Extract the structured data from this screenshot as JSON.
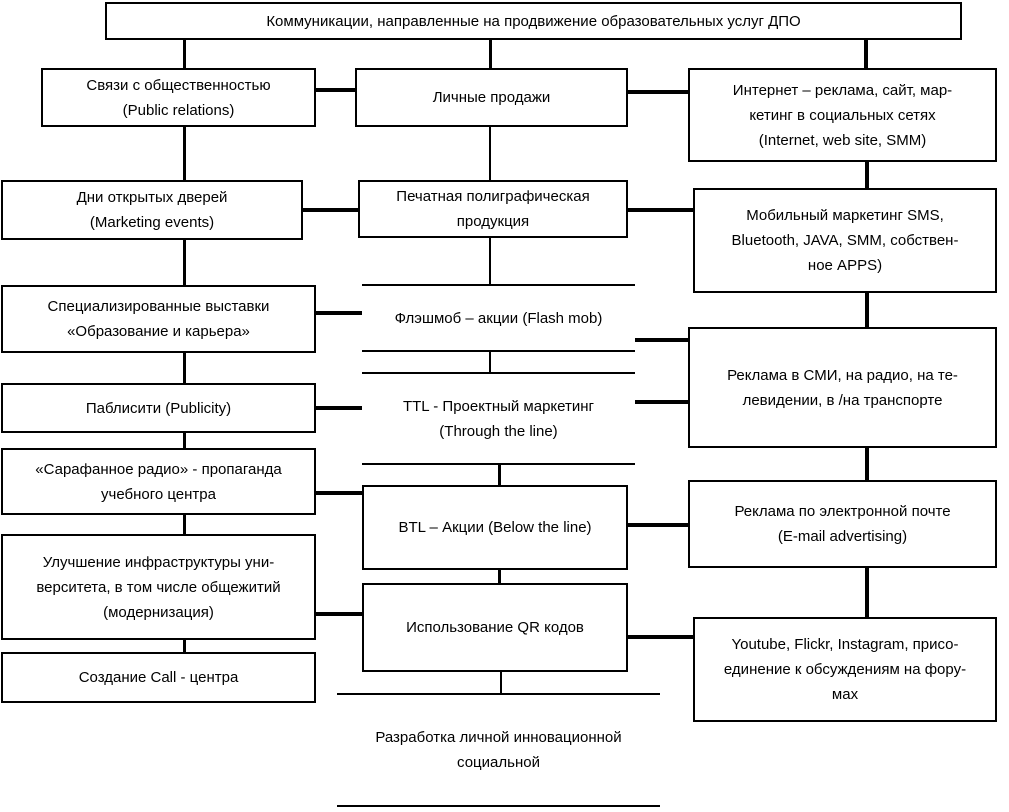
{
  "diagram": {
    "title": "Коммуникации, направленные на продвижение образовательных услуг ДПО",
    "left_column": [
      {
        "label": "Связи с общественностью\n(Public relations)"
      },
      {
        "label": "Дни открытых дверей\n(Marketing events)"
      },
      {
        "label": "Специализированные выставки\n«Образование и карьера»"
      },
      {
        "label": "Паблисити (Publicity)"
      },
      {
        "label": "«Сарафанное радио» - пропаганда\nучебного центра"
      },
      {
        "label": "Улучшение инфраструктуры уни-\nверситета, в том числе общежитий\n(модернизация)"
      },
      {
        "label": "Создание Call - центра"
      }
    ],
    "middle_column": [
      {
        "label": "Личные продажи"
      },
      {
        "label": "Печатная полиграфическая\nпродукция"
      },
      {
        "label": "Флэшмоб – акции (Flash mob)"
      },
      {
        "label": "TTL - Проектный маркетинг\n(Through the line)"
      },
      {
        "label": "BTL – Акции (Below the line)"
      },
      {
        "label": "Использование QR кодов"
      },
      {
        "label": "Разработка личной инновационной\nсоциальной"
      }
    ],
    "right_column": [
      {
        "label": "Интернет – реклама, сайт, мар-\nкетинг в социальных сетях\n(Internet, web site, SMM)"
      },
      {
        "label": "Мобильный маркетинг SMS,\nBluetooth, JAVA, SMM, собствен-\nное APPS)"
      },
      {
        "label": "Реклама в СМИ, на радио, на те-\nлевидении, в /на транспорте"
      },
      {
        "label": "Реклама по электронной почте\n(E-mail advertising)"
      },
      {
        "label": "Youtube, Flickr, Instagram, присо-\nединение к обсуждениям на фору-\nмах"
      }
    ],
    "line_color": "#000000",
    "background_color": "#ffffff"
  }
}
